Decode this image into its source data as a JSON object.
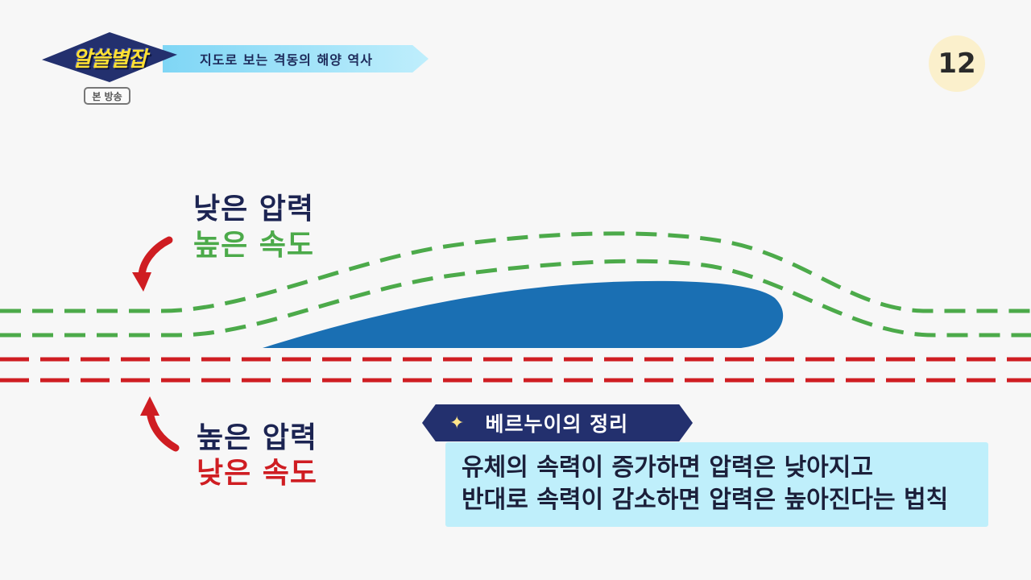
{
  "logo": {
    "show_name": "알쓸별잡",
    "episode_subtitle": "지도로 보는 격동의 해양 역사",
    "tag": "본 방송"
  },
  "episode_number": "12",
  "diagram": {
    "top_label": {
      "line1": "낮은 압력",
      "line2": "높은 속도"
    },
    "bottom_label": {
      "line1": "높은 압력",
      "line2": "낮은 속도"
    },
    "colors": {
      "navy": "#1c2452",
      "green": "#4caa4a",
      "red": "#cf1d22",
      "airfoil": "#1a6fb3",
      "arrow": "#cf1d22"
    }
  },
  "bernoulli": {
    "title": "베르누이의 정리",
    "lines": [
      "유체의 속력이 증가하면 압력은 낮아지고",
      "반대로 속력이 감소하면 압력은 높아진다는 법칙"
    ]
  }
}
